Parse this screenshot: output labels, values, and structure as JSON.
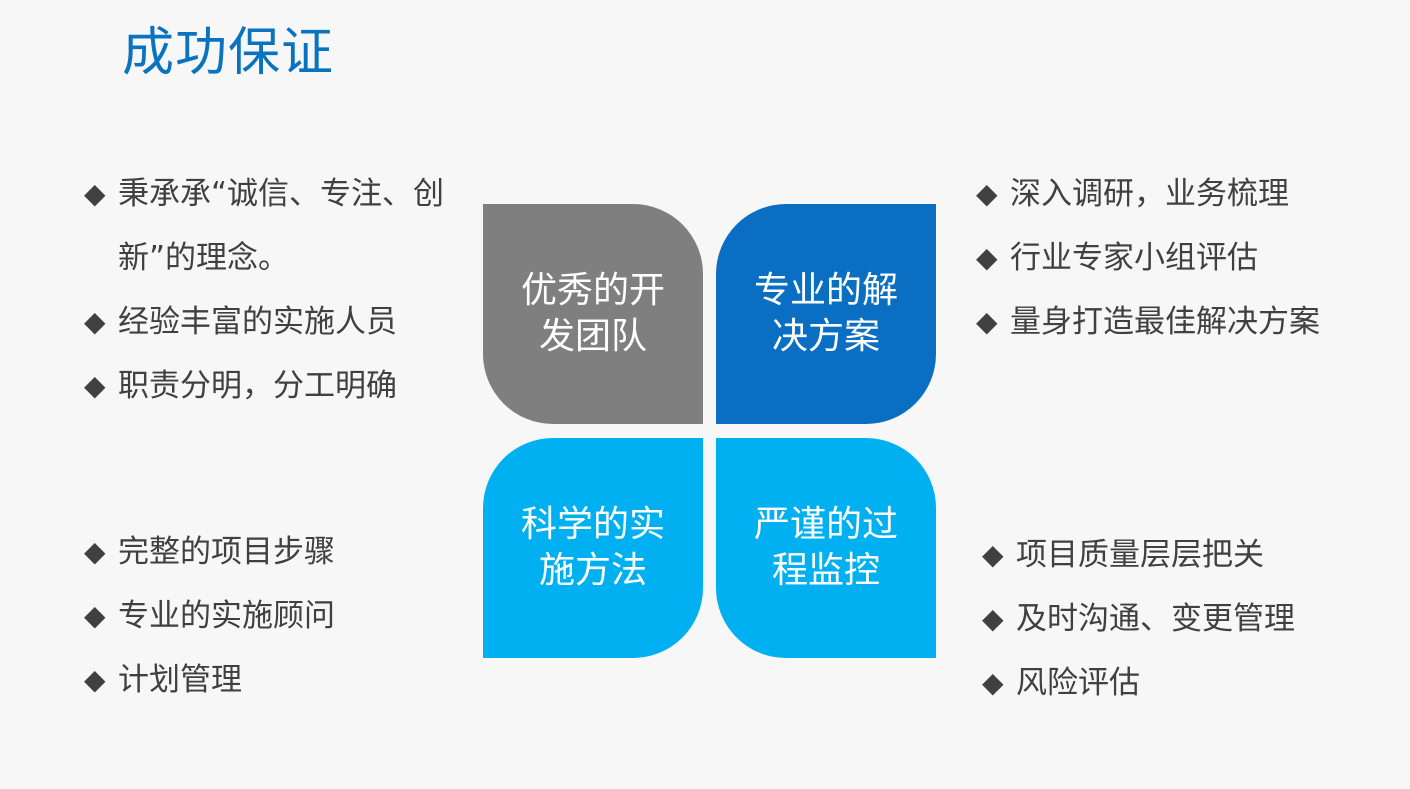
{
  "title": "成功保证",
  "colors": {
    "title": "#0a73c0",
    "text": "#404040",
    "petal_gray": "#7f7f7f",
    "petal_dark_blue": "#0a6fc2",
    "petal_light_blue": "#00b0f0",
    "background": "#f7f7f7"
  },
  "bullet_symbol": "◆",
  "petals": {
    "top_left": {
      "line1": "优秀的开",
      "line2": "发团队"
    },
    "top_right": {
      "line1": "专业的解",
      "line2": "决方案"
    },
    "bottom_left": {
      "line1": "科学的实",
      "line2": "施方法"
    },
    "bottom_right": {
      "line1": "严谨的过",
      "line2": "程监控"
    }
  },
  "lists": {
    "top_left": [
      "秉承承“诚信、专注、创新”的理念。",
      "经验丰富的实施人员",
      "职责分明，分工明确"
    ],
    "top_right": [
      "深入调研，业务梳理",
      "行业专家小组评估",
      "量身打造最佳解决方案"
    ],
    "bottom_left": [
      "完整的项目步骤",
      "专业的实施顾问",
      "计划管理"
    ],
    "bottom_right": [
      "项目质量层层把关",
      "及时沟通、变更管理",
      "风险评估"
    ]
  }
}
